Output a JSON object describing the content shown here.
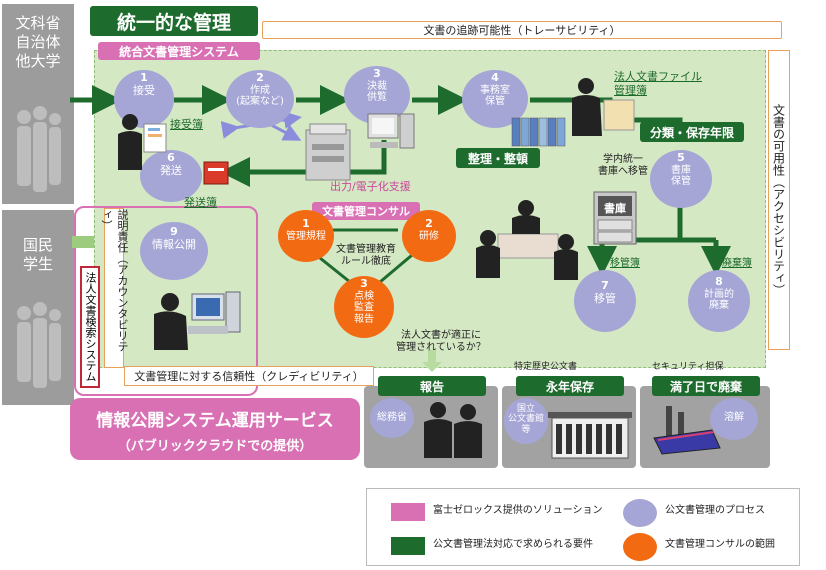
{
  "title": "統一的な管理",
  "sidebar": {
    "ministry": [
      "文科省",
      "自治体",
      "他大学"
    ],
    "citizens": [
      "国民",
      "学生"
    ]
  },
  "bars": {
    "traceability": "文書の追跡可能性（トレーサビリティ）",
    "accessibility": "文書の可用性（アクセシビリティ）",
    "accountability": "説明責任（アカウンタビリティ）",
    "credibility": "文書管理に対する信頼性（クレディビリティ）"
  },
  "system": {
    "integrated": "統合文書管理システム",
    "search": "法人文書検索システム"
  },
  "process": {
    "p1": {
      "num": "1",
      "label": "接受"
    },
    "p2": {
      "num": "2",
      "label": "作成\n(起案など)"
    },
    "p3": {
      "num": "3",
      "label": "決裁\n供覧"
    },
    "p4": {
      "num": "4",
      "label": "事務室\n保管"
    },
    "p5": {
      "num": "5",
      "label": "書庫\n保管"
    },
    "p6": {
      "num": "6",
      "label": "発送"
    },
    "p7": {
      "num": "7",
      "label": "移管"
    },
    "p8": {
      "num": "8",
      "label": "計画的\n廃棄"
    },
    "p9": {
      "num": "9",
      "label": "情報公開"
    }
  },
  "labels": {
    "receipt_book": "接受簿",
    "send_book": "発送簿",
    "output": "出力/電子化支援",
    "corp_file": "法人文書ファイル",
    "mgmt_book": "管理簿",
    "transfer_note": "学内統一\n書庫へ移管",
    "storage": "書庫",
    "transfer_book": "移管簿",
    "disposal_book": "廃棄簿",
    "question": "法人文書が適正に\n管理されているか？",
    "special": "特定歴史公文書",
    "security": "セキュリティ担保"
  },
  "requirements": {
    "organize": "整理・整頓",
    "classify": "分類・保存年限",
    "report": "報告",
    "permanent": "永年保存",
    "expiry": "満了日で廃棄"
  },
  "consult": {
    "title": "文書管理コンサル",
    "c1": {
      "num": "1",
      "label": "管理規程"
    },
    "c2": {
      "num": "2",
      "label": "研修"
    },
    "c3": {
      "num": "3",
      "label": "点検\n監査\n報告"
    },
    "center": "文書管理教育\nルール徹底"
  },
  "bottom": {
    "ministry_label": "総務省",
    "archive_label": "国立\n公文書館\n等",
    "dissolve_label": "溶解"
  },
  "service": {
    "line1": "情報公開システム運用サービス",
    "line2": "（パブリッククラウドでの提供）"
  },
  "legend": {
    "fuji": "富士ゼロックス提供のソリューション",
    "process": "公文書管理のプロセス",
    "law": "公文書管理法対応で求められる要件",
    "consult": "文書管理コンサルの範囲"
  },
  "colors": {
    "green_dark": "#1e6b2e",
    "green_bg": "#d5e8c4",
    "pink": "#d970b4",
    "lilac": "#a5a6d6",
    "orange": "#f26a12",
    "gray": "#9a9a9a"
  }
}
